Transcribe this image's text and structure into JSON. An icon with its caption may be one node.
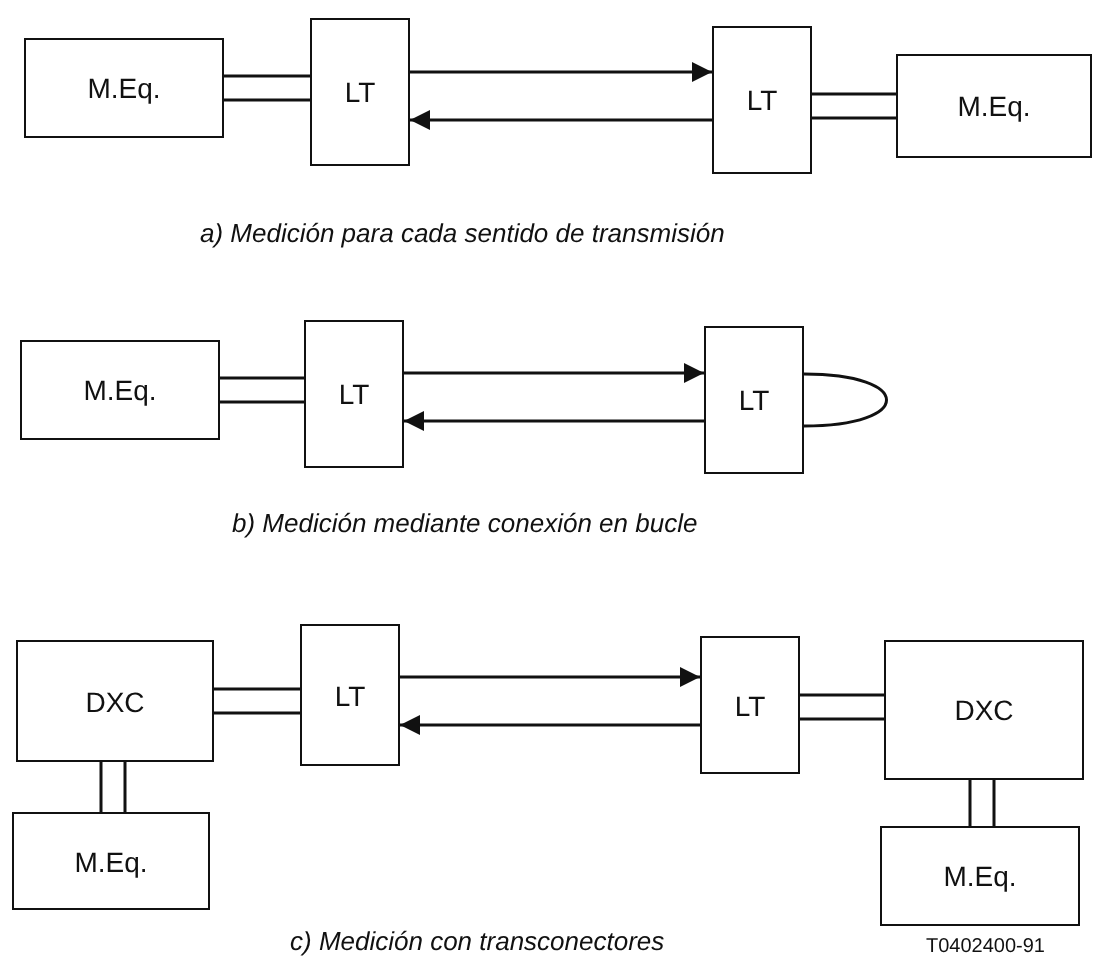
{
  "diagram": {
    "nodes": [
      {
        "text": [
          "M.Eq."
        ]
      },
      {
        "text": [
          "LT"
        ]
      },
      {
        "text": [
          "LT"
        ]
      },
      {
        "text": [
          "M.Eq."
        ]
      },
      {
        "text": [
          "M.Eq."
        ]
      },
      {
        "text": [
          "LT"
        ]
      },
      {
        "text": [
          "LT"
        ]
      },
      {
        "text": [
          "DXC"
        ]
      },
      {
        "text": [
          "LT"
        ]
      },
      {
        "text": [
          "LT"
        ]
      },
      {
        "text": [
          "DXC"
        ]
      },
      {
        "text": [
          "M.Eq."
        ]
      },
      {
        "text": [
          "M.Eq."
        ]
      }
    ],
    "edges": [
      {
        "from": 0,
        "to": 1,
        "arrow": "none"
      },
      {
        "from": 1,
        "to": 2,
        "arrow": "to"
      },
      {
        "from": 2,
        "to": 1,
        "arrow": "to"
      },
      {
        "from": 2,
        "to": 3,
        "arrow": "none"
      },
      {
        "from": 4,
        "to": 5,
        "arrow": "none"
      },
      {
        "from": 5,
        "to": 6,
        "arrow": "to"
      },
      {
        "from": 6,
        "to": 5,
        "arrow": "to"
      },
      {
        "from": 6,
        "to": 6,
        "arrow": "none"
      },
      {
        "from": 7,
        "to": 8,
        "arrow": "none"
      },
      {
        "from": 8,
        "to": 9,
        "arrow": "to"
      },
      {
        "from": 9,
        "to": 8,
        "arrow": "to"
      },
      {
        "from": 9,
        "to": 10,
        "arrow": "none"
      },
      {
        "from": 7,
        "to": 11,
        "arrow": "none"
      },
      {
        "from": 10,
        "to": 12,
        "arrow": "none"
      }
    ],
    "labels": [
      "a) Medición para cada sentido de transmisión",
      "b) Medición mediante conexión en bucle",
      "c) Medición con transconectores",
      "T0402400-91"
    ]
  }
}
